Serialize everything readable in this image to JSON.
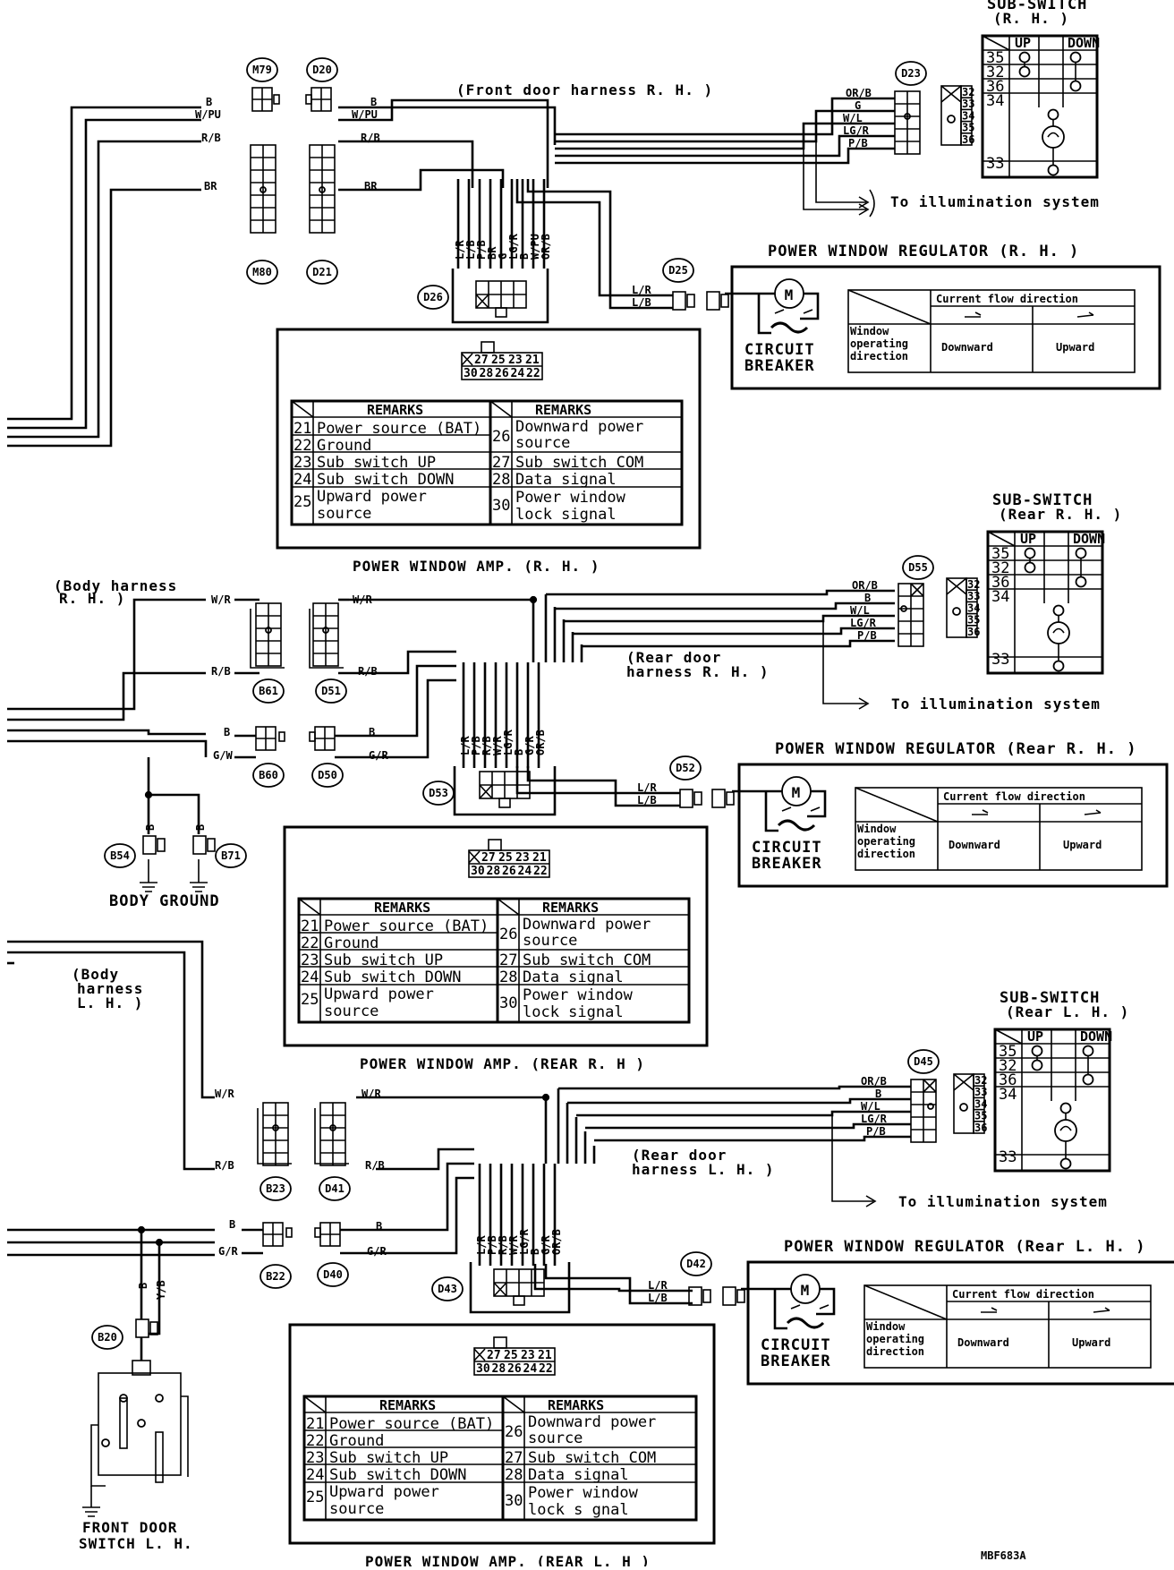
{
  "page_code": "MBF683A",
  "front_rh": {
    "harness_label": "(Front door harness R. H. )",
    "conn_top_left": "M79",
    "conn_top_right": "D20",
    "conn_bot_left": "M80",
    "conn_bot_right": "D21",
    "conn_amp": "D26",
    "conn_sub": "D23",
    "conn_reg": "D25",
    "wires_left": [
      "B",
      "W/PU",
      "R/B",
      "BR"
    ],
    "wires_right": [
      "B",
      "W/PU",
      "R/B",
      "BR"
    ],
    "amp_pins_vertical": [
      "L/R",
      "L/B",
      "P/B",
      "BR",
      "G",
      "LG/R",
      "B",
      "W/PU",
      "OR/B"
    ],
    "sub_wires": [
      "OR/B",
      "G",
      "W/L",
      "LG/R",
      "P/B"
    ],
    "reg_wires": [
      "L/R",
      "L/B"
    ],
    "illumination": "To illumination system",
    "sub_switch_title": "SUB-SWITCH",
    "sub_switch_subtitle": "(R. H. )",
    "regulator_title": "POWER WINDOW REGULATOR  (R. H. )",
    "amp_title": "POWER WINDOW AMP.  (R. H. )"
  },
  "rear_rh": {
    "harness_label_1": "(Rear door",
    "harness_label_2": "harness R. H. )",
    "body_harness_1": "(Body  harness",
    "body_harness_2": "R. H. )",
    "conn_top_left": "B61",
    "conn_top_right": "D51",
    "conn_bot_left": "B60",
    "conn_bot_right": "D50",
    "conn_amp": "D53",
    "conn_sub": "D55",
    "conn_reg": "D52",
    "ground_left": "B54",
    "ground_right": "B71",
    "ground_label": "BODY  GROUND",
    "wires_left": [
      "W/R",
      "R/B",
      "B",
      "G/W"
    ],
    "wires_right": [
      "W/R",
      "R/B",
      "B",
      "G/R"
    ],
    "ground_wires": [
      "B",
      "B"
    ],
    "amp_pins_vertical": [
      "L/R",
      "P/B",
      "R/B",
      "W/R",
      "LG/R",
      "B",
      "G/R",
      "OR/B"
    ],
    "sub_wires": [
      "OR/B",
      "B",
      "W/L",
      "LG/R",
      "P/B"
    ],
    "reg_wires": [
      "L/R",
      "L/B"
    ],
    "illumination": "To illumination system",
    "sub_switch_title": "SUB-SWITCH",
    "sub_switch_subtitle": "(Rear  R. H. )",
    "regulator_title": "POWER WINDOW REGULATOR  (Rear  R. H. )",
    "amp_title": "POWER WINDOW AMP.  (REAR R. H )"
  },
  "rear_lh": {
    "harness_label_1": "(Rear door",
    "harness_label_2": "harness L. H. )",
    "body_harness_1": "(Body",
    "body_harness_2": "harness",
    "body_harness_3": "L. H. )",
    "conn_top_left": "B23",
    "conn_top_right": "D41",
    "conn_bot_left": "B22",
    "conn_bot_right": "D40",
    "conn_amp": "D43",
    "conn_sub": "D45",
    "conn_reg": "D42",
    "conn_switch": "B20",
    "switch_label_1": "FRONT  DOOR",
    "switch_label_2": "SWITCH  L. H.",
    "switch_wires": [
      "B",
      "Y/B"
    ],
    "wires_left": [
      "W/R",
      "R/B",
      "B",
      "G/R"
    ],
    "wires_right": [
      "W/R",
      "R/B",
      "B",
      "G/R"
    ],
    "amp_pins_vertical": [
      "L/R",
      "P/B",
      "R/B",
      "W/R",
      "LG/R",
      "B",
      "G/R",
      "OR/B"
    ],
    "sub_wires": [
      "OR/B",
      "B",
      "W/L",
      "LG/R",
      "P/B"
    ],
    "reg_wires": [
      "L/R",
      "L/B"
    ],
    "illumination": "To illumination system",
    "sub_switch_title": "SUB-SWITCH",
    "sub_switch_subtitle": "(Rear  L. H. )",
    "regulator_title": "POWER WINDOW REGULATOR  (Rear  L. H. )",
    "amp_title": "POWER WINDOW AMP.  (REAR L. H )"
  },
  "sub_switch_table": {
    "up": "UP",
    "down": "DOWN",
    "rows": [
      "35",
      "32",
      "36",
      "34",
      "33"
    ],
    "side_pins": [
      "32",
      "33",
      "34",
      "35",
      "36"
    ]
  },
  "regulator_box": {
    "motor_label": "M",
    "breaker_1": "CIRCUIT",
    "breaker_2": "BREAKER",
    "current_flow": "Current flow direction",
    "window_1": "Window",
    "window_2": "operating",
    "window_3": "direction",
    "downward": "Downward",
    "upward": "Upward"
  },
  "amp_connector": {
    "top_pins": [
      "27",
      "25",
      "23",
      "21"
    ],
    "bottom_pins": [
      "30",
      "28",
      "26",
      "24",
      "22"
    ]
  },
  "amp_remarks": {
    "header": "REMARKS",
    "left": [
      {
        "pin": "21",
        "text": "Power source (BAT)"
      },
      {
        "pin": "22",
        "text": "Ground"
      },
      {
        "pin": "23",
        "text": "Sub switch UP"
      },
      {
        "pin": "24",
        "text": "Sub switch DOWN"
      },
      {
        "pin": "25",
        "text": "Upward power",
        "text2": "source"
      }
    ],
    "right": [
      {
        "pin": "26",
        "text": "Downward power",
        "text2": "source"
      },
      {
        "pin": "27",
        "text": "Sub switch COM"
      },
      {
        "pin": "28",
        "text": "Data signal"
      },
      {
        "pin": "30",
        "text": "Power window",
        "text2": "lock signal"
      }
    ],
    "right_last_variant_lh": "lock s gnal"
  }
}
